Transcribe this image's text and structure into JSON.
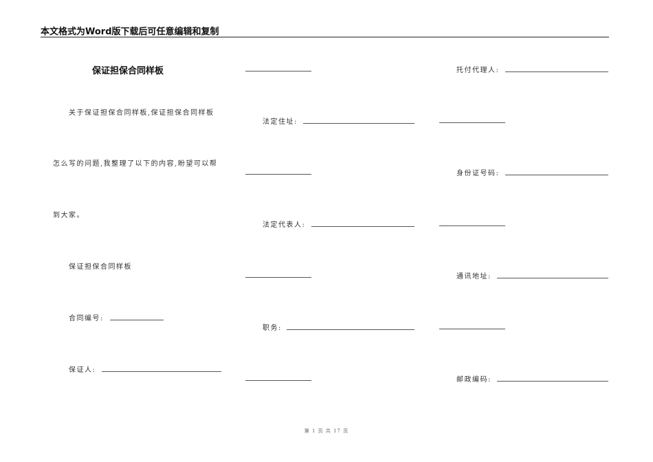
{
  "header": {
    "text": "本文格式为Word版下载后可任意编辑和复制"
  },
  "document": {
    "title": "保证担保合同样板",
    "intro_lines": [
      "关于保证担保合同样板,保证担保合同样板",
      "怎么写的问题,我整理了以下的内容,盼望可以帮",
      "到大家。"
    ],
    "subtitle": "保证担保合同样板",
    "left_fields": [
      {
        "label": "合同编号:"
      },
      {
        "label": "保证人:"
      }
    ],
    "middle_fields": [
      {
        "label": "法定住址:"
      },
      {
        "label": "法定代表人:"
      },
      {
        "label": "职务:"
      }
    ],
    "right_fields": [
      {
        "label": "托付代理人:"
      },
      {
        "label": "身份证号码:"
      },
      {
        "label": "通讯地址:"
      },
      {
        "label": "邮政编码:"
      }
    ]
  },
  "footer": {
    "text": "第 1 页 共 17 页"
  }
}
